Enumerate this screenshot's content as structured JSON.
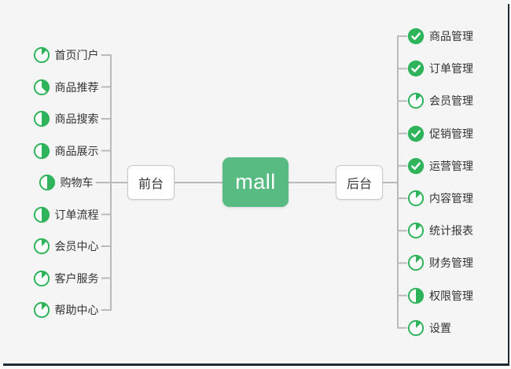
{
  "root": {
    "label": "mall"
  },
  "branches": [
    {
      "side": "left",
      "label": "前台",
      "items": [
        {
          "label": "首页门户",
          "progress": "1/8"
        },
        {
          "label": "商品推荐",
          "progress": "3/8"
        },
        {
          "label": "商品搜索",
          "progress": "1/2"
        },
        {
          "label": "商品展示",
          "progress": "1/2"
        },
        {
          "label": "购物车",
          "progress": "1/2"
        },
        {
          "label": "订单流程",
          "progress": "1/2"
        },
        {
          "label": "会员中心",
          "progress": "1/8"
        },
        {
          "label": "客户服务",
          "progress": "1/8"
        },
        {
          "label": "帮助中心",
          "progress": "1/8"
        }
      ]
    },
    {
      "side": "right",
      "label": "后台",
      "items": [
        {
          "label": "商品管理",
          "progress": "done"
        },
        {
          "label": "订单管理",
          "progress": "done"
        },
        {
          "label": "会员管理",
          "progress": "1/8"
        },
        {
          "label": "促销管理",
          "progress": "done"
        },
        {
          "label": "运营管理",
          "progress": "done"
        },
        {
          "label": "内容管理",
          "progress": "1/8"
        },
        {
          "label": "统计报表",
          "progress": "1/8"
        },
        {
          "label": "财务管理",
          "progress": "1/8"
        },
        {
          "label": "权限管理",
          "progress": "1/2"
        },
        {
          "label": "设置",
          "progress": "1/8"
        }
      ]
    }
  ],
  "colors": {
    "root_green": "#57bb82",
    "marker_green": "#2fb45b",
    "line_gray": "#b9babc"
  }
}
